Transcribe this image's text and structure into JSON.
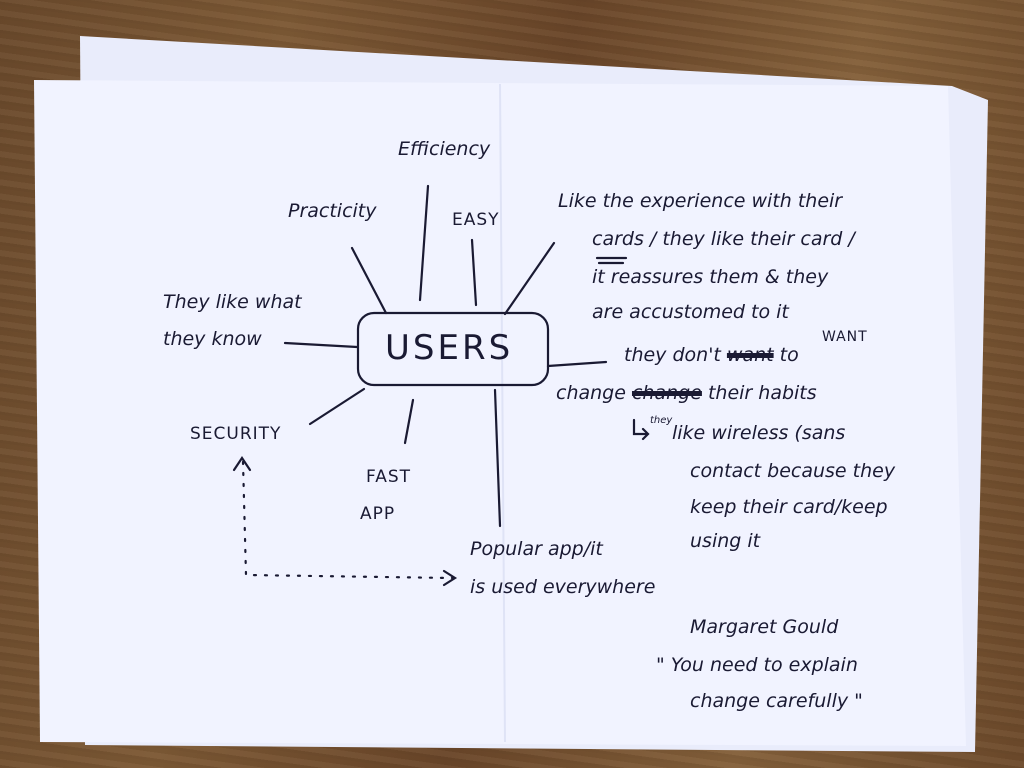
{
  "center": "USERS",
  "branches": {
    "efficiency": "Efficiency",
    "practicity": "Practicity",
    "easy": "EASY",
    "like_what_they_know": [
      "They like what",
      "they know"
    ],
    "security": "SECURITY",
    "fast_app": [
      "FAST",
      "APP"
    ],
    "popular": [
      "Popular app/it",
      "is used everywhere"
    ],
    "experience": [
      "Like the experience with their",
      "cards / they like their card /",
      "it reassures them & they",
      "are accustomed to it"
    ],
    "habits": {
      "line1_start": "they don't",
      "crossed_out": "want",
      "inserted": "WANT",
      "line1_end": "to",
      "line2_start": "change",
      "crossed_out_2": "change",
      "line2_end": "their habits"
    },
    "wireless": {
      "inserted": "they",
      "lines": [
        "like wireless (sans",
        "contact because they",
        "keep their card/keep",
        "using it"
      ]
    }
  },
  "quote": {
    "author": "Margaret Gould",
    "lines": [
      "\" You need to explain",
      "change carefully \""
    ]
  }
}
